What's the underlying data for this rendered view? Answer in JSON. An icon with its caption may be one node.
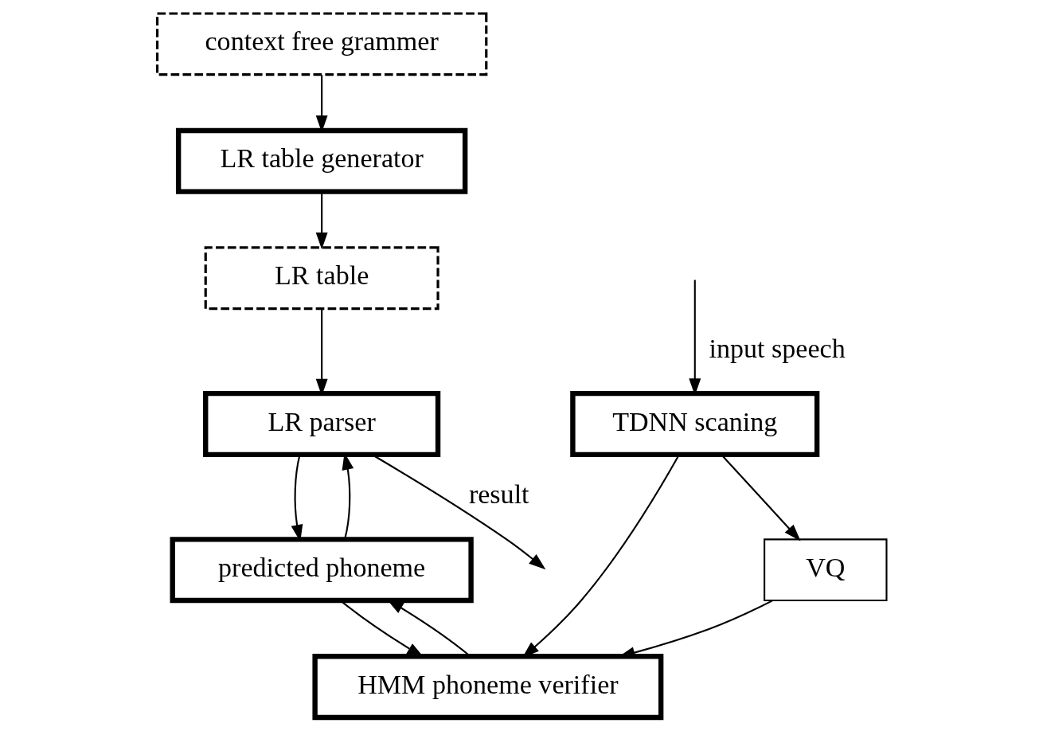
{
  "diagram": {
    "nodes": [
      {
        "text": [
          "context free grammer"
        ]
      },
      {
        "text": [
          "LR table generator"
        ]
      },
      {
        "text": [
          "LR table"
        ]
      },
      {
        "text": [
          "predicted phoneme"
        ]
      },
      {
        "text": [
          "LR parser"
        ]
      },
      {
        "text": [
          "HMM phoneme verifier"
        ]
      },
      {
        "text": [
          "VQ"
        ]
      },
      {
        "text": [
          "TDNN scaning"
        ]
      }
    ],
    "edges": [
      {
        "from": 0,
        "to": 1,
        "arrow": "to"
      },
      {
        "from": 1,
        "to": 2,
        "arrow": "to"
      },
      {
        "from": 2,
        "to": 4,
        "arrow": "to"
      },
      {
        "from": 4,
        "to": 3,
        "arrow": "to"
      },
      {
        "from": 3,
        "to": 4,
        "arrow": "to"
      },
      {
        "from": 3,
        "to": 5,
        "arrow": "to"
      },
      {
        "from": 5,
        "to": 3,
        "arrow": "to"
      },
      {
        "from": 6,
        "to": 5,
        "arrow": "to"
      },
      {
        "from": 7,
        "to": 6,
        "arrow": "to"
      },
      {
        "from": 7,
        "to": 5,
        "arrow": "to"
      },
      {
        "from": null,
        "to": 7,
        "arrow": "to",
        "label": "input speech"
      },
      {
        "from": 4,
        "to": null,
        "arrow": "to",
        "label": "result"
      }
    ]
  }
}
